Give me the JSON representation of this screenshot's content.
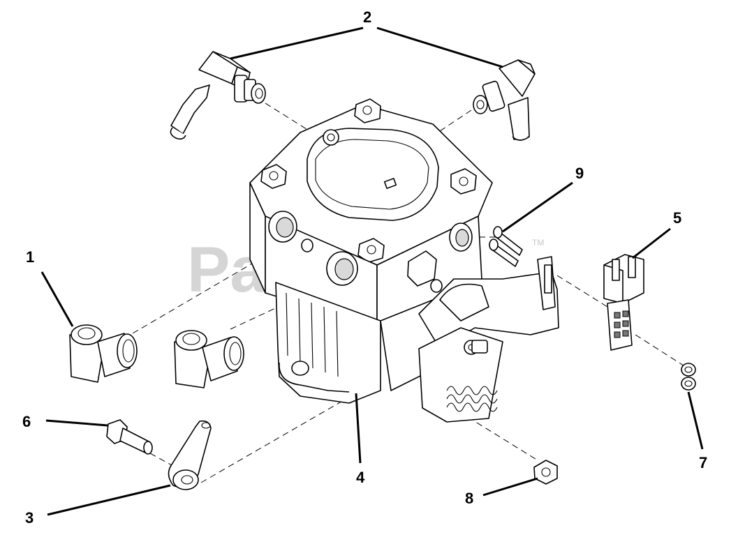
{
  "watermark": {
    "text": "PartsTree",
    "trademark": "TM"
  },
  "callouts": {
    "c1": "1",
    "c2": "2",
    "c3": "3",
    "c4": "4",
    "c5": "5",
    "c6": "6",
    "c7": "7",
    "c8": "8",
    "c9": "9"
  }
}
